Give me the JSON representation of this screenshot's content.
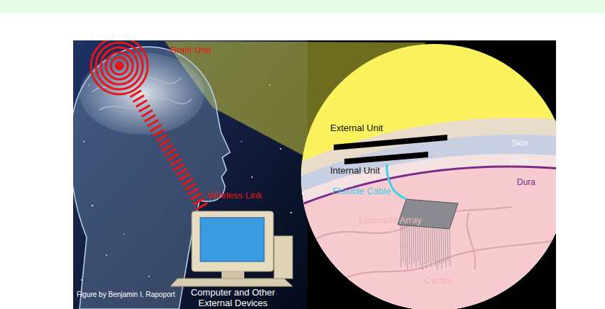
{
  "diagram": {
    "nodes": [
      {
        "text": [
          "Brain Unit"
        ]
      },
      {
        "text": [
          "Computer and Other External Devices"
        ]
      },
      {
        "text": [
          "External Unit"
        ]
      },
      {
        "text": [
          "Internal Unit"
        ]
      },
      {
        "text": [
          "Electrode Array"
        ]
      }
    ],
    "edges": [
      {
        "from": 0,
        "to": 1,
        "label": "Wireless Link",
        "arrow": "none"
      },
      {
        "from": 3,
        "to": 4,
        "label": "Flexible Cable",
        "arrow": "none"
      }
    ],
    "labels": [
      "Skin",
      "Skull",
      "Dura",
      "Cortex",
      "Figure by Benjamin I. Rapoport"
    ]
  }
}
